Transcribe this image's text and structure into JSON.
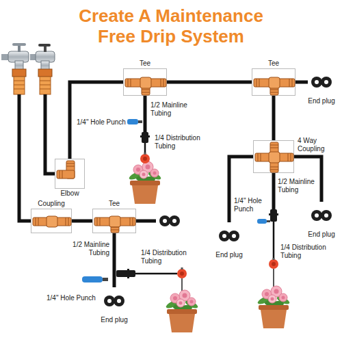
{
  "diagram": {
    "title": "Create A Maintenance Free Drip System",
    "nodes": [
      {
        "text": [
          "Tee"
        ]
      },
      {
        "text": [
          "Tee"
        ]
      },
      {
        "text": [
          "End plug"
        ]
      },
      {
        "text": [
          "4 Way Coupling"
        ]
      },
      {
        "text": [
          "Elbow"
        ]
      },
      {
        "text": [
          "End plug"
        ]
      },
      {
        "text": [
          "Coupling"
        ]
      },
      {
        "text": [
          "Tee"
        ]
      },
      {
        "text": [
          "End plug"
        ]
      },
      {
        "text": [
          "End plug"
        ]
      }
    ],
    "edges": [
      {
        "from": 4,
        "to": 0,
        "arrow": "none"
      },
      {
        "from": 0,
        "to": 1,
        "arrow": "none"
      },
      {
        "from": 1,
        "to": 2,
        "arrow": "none"
      },
      {
        "from": 1,
        "to": 3,
        "arrow": "none"
      },
      {
        "from": 3,
        "to": 8,
        "arrow": "none"
      },
      {
        "from": 3,
        "to": 5,
        "arrow": "none"
      },
      {
        "from": 6,
        "to": 7,
        "arrow": "none"
      },
      {
        "from": 7,
        "to": 9,
        "arrow": "none"
      }
    ],
    "labels": [
      "1/2 Mainline Tubing",
      "1/4\" Hole Punch",
      "1/4 Distribution Tubing",
      "1/2 Mainline Tubing",
      "1/4\" Hole Punch",
      "1/4 Distribution Tubing",
      "1/2 Mainline Tubing",
      "1/4 Distribution Tubing",
      "1/4\" Hole Punch"
    ]
  }
}
